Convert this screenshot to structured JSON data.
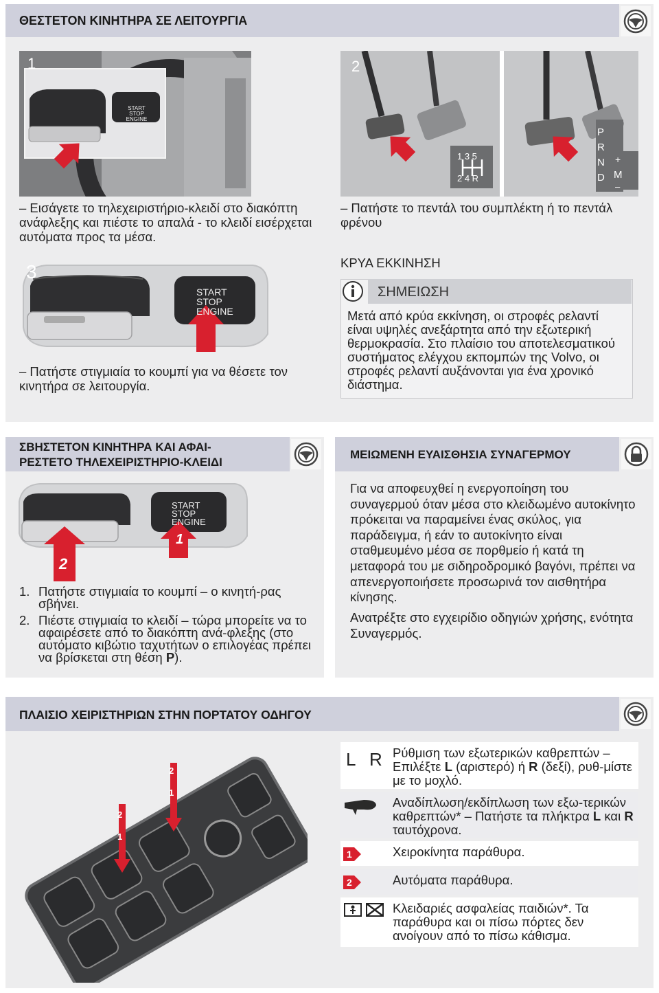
{
  "s1": {
    "title": "ΘΕΣΤΕΤΟΝ ΚΙΝΗΤΗΡΑ ΣΕ ΛΕΙΤΟΥΡΓΙΑ",
    "fig1_num": "1",
    "fig2_num": "2",
    "fig3_num": "3",
    "btn_label": [
      "START",
      "STOP",
      "ENGINE"
    ],
    "gear_manual_top": "1 3 5",
    "gear_manual_bottom": "2 4 R",
    "gear_auto": [
      "P",
      "R",
      "N",
      "D"
    ],
    "gear_plus": "+",
    "gear_m": "M",
    "gear_minus": "–",
    "step1": "– Εισάγετε το τηλεχειριστήριο-κλειδί στο διακόπτη ανάφλεξης και πιέστε το απαλά - το κλειδί εισέρχεται αυτόματα προς τα μέσα.",
    "step2": "– Πατήστε το πεντάλ του συμπλέκτη ή το πεντάλ φρένου",
    "step3": "– Πατήστε στιγμιαία το κουμπί για να θέσετε τον κινητήρα σε λειτουργία.",
    "cold_title": "ΚΡΥΑ ΕΚΚΙΝΗΣΗ",
    "note_title": "ΣΗΜΕΙΩΣΗ",
    "note_text": "Μετά από κρύα εκκίνηση, οι στροφές ρελαντί είναι υψηλές ανεξάρτητα από την εξωτερική θερμοκρασία. Στο πλαίσιο του αποτελεσματικού συστήματος ελέγχου εκπομπών της Volvo, οι στροφές ρελαντί αυξάνονται για ένα χρονικό διάστημα."
  },
  "s2": {
    "title_line1": "ΣΒΗΣΤΕΤΟΝ ΚΙΝΗΤΗΡΑ ΚΑΙ ΑΦΑΙ-",
    "title_line2": "ΡΕΣΤΕΤΟ ΤΗΛΕΧΕΙΡΙΣΤΗΡΙΟ-ΚΛΕΙΔΙ",
    "arrow1": "1",
    "arrow2": "2",
    "item1_num": "1.",
    "item1": "Πατήστε στιγμιαία το κουμπί – ο κινητή-ρας σβήνει.",
    "item2_num": "2.",
    "item2_before": "Πιέστε στιγμιαία το κλειδί – τώρα μπορείτε να το αφαιρέσετε από το διακόπτη ανά-φλεξης (στο αυτόματο κιβώτιο ταχυτήτων ο επιλογέας πρέπει να βρίσκεται στη θέση ",
    "item2_bold": "P",
    "item2_after": ")."
  },
  "s3": {
    "title": "ΜΕΙΩΜΕΝΗ ΕΥΑΙΣΘΗΣΙΑ ΣΥΝΑΓΕΡΜΟΥ",
    "para1": "Για να αποφευχθεί η ενεργοποίηση του συναγερμού όταν μέσα στο κλειδωμένο αυτοκίνητο πρόκειται να παραμείνει ένας σκύλος, για παράδειγμα, ή εάν το αυτοκίνητο είναι σταθμευμένο μέσα σε πορθμείο ή κατά τη μεταφορά του με σιδηροδρομικό βαγόνι, πρέπει να απενεργοποιήσετε προσωρινά τον αισθητήρα κίνησης.",
    "para2": "Ανατρέξτε στο εγχειρίδιο οδηγιών χρήσης, ενότητα Συναγερμός."
  },
  "s4": {
    "title": "ΠΛΑΙΣΙΟ ΧΕΙΡΙΣΤΗΡΙΩΝ ΣΤΗΝ ΠΟΡΤΑΤΟΥ ΟΔΗΓΟΥ",
    "sym_L": "L",
    "sym_R": "R",
    "fig_marks": [
      "1",
      "2"
    ],
    "rows": [
      {
        "text_a": "Ρύθμιση των εξωτερικών καθρεπτών – Επιλέξτε ",
        "b1": "L",
        "text_b": " (αριστερό) ή ",
        "b2": "R",
        "text_c": " (δεξί), ρυθ-μίστε με το μοχλό."
      },
      {
        "text_a": "Αναδίπλωση/εκδίπλωση των εξω-τερικών καθρεπτών* – Πατήστε τα πλήκτρα ",
        "b1": "L",
        "text_b": " και ",
        "b2": "R",
        "text_c": " ταυτόχρονα."
      },
      {
        "badge": "1",
        "text": "Χειροκίνητα παράθυρα."
      },
      {
        "badge": "2",
        "text": "Αυτόματα παράθυρα."
      },
      {
        "text": "Κλειδαριές ασφαλείας παιδιών*. Τα παράθυρα και οι πίσω πόρτες δεν ανοίγουν από το πίσω κάθισμα."
      }
    ]
  }
}
